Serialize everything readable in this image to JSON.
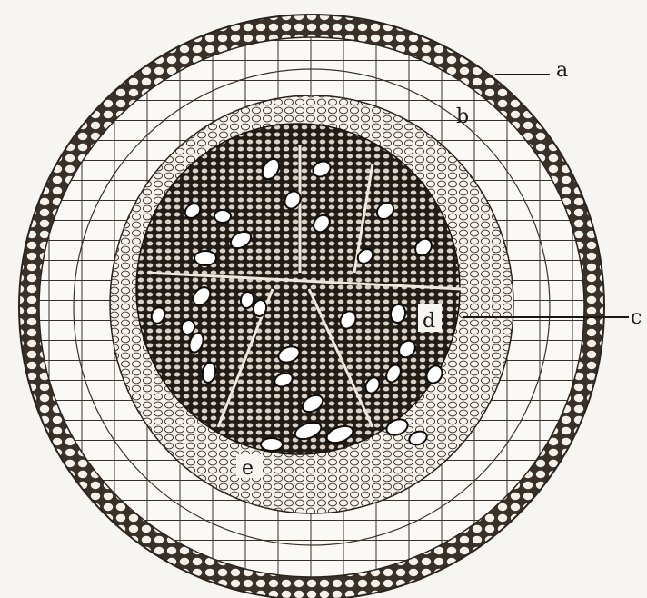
{
  "figure": {
    "background": "#f7f5f1",
    "ink": "#2a2420",
    "labels": {
      "a": "a",
      "b": "b",
      "c": "c",
      "d": "d",
      "e": "e"
    }
  }
}
